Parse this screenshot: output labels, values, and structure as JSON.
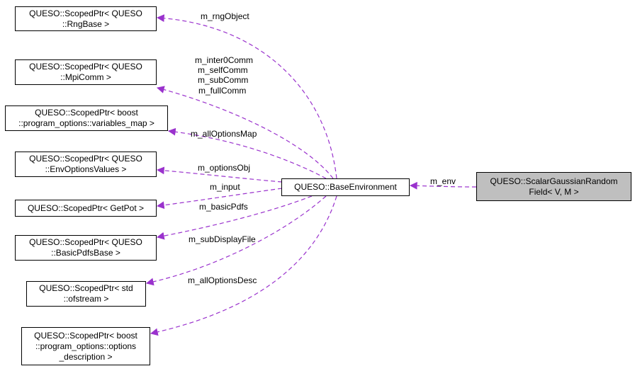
{
  "edge_color": "#9a32cd",
  "nodes": {
    "rng": [
      "QUESO::ScopedPtr< QUESO",
      "::RngBase >"
    ],
    "mpi": [
      "QUESO::ScopedPtr< QUESO",
      "::MpiComm >"
    ],
    "varmap": [
      "QUESO::ScopedPtr< boost",
      "::program_options::variables_map >"
    ],
    "envopts": [
      "QUESO::ScopedPtr< QUESO",
      "::EnvOptionsValues >"
    ],
    "getpot": [
      "QUESO::ScopedPtr< GetPot >"
    ],
    "pdfs": [
      "QUESO::ScopedPtr< QUESO",
      "::BasicPdfsBase >"
    ],
    "ofstream": [
      "QUESO::ScopedPtr< std",
      "::ofstream >"
    ],
    "optdesc": [
      "QUESO::ScopedPtr< boost",
      "::program_options::options",
      "_description >"
    ],
    "baseenv": [
      "QUESO::BaseEnvironment"
    ],
    "field": [
      "QUESO::ScalarGaussianRandom",
      "Field< V, M >"
    ]
  },
  "edge_labels": {
    "rng": "m_rngObject",
    "comm": [
      "m_inter0Comm",
      "m_selfComm",
      "m_subComm",
      "m_fullComm"
    ],
    "varmap": "m_allOptionsMap",
    "envopts": "m_optionsObj",
    "getpot": "m_input",
    "pdfs": "m_basicPdfs",
    "ofstream": "m_subDisplayFile",
    "optdesc": "m_allOptionsDesc",
    "env": "m_env"
  }
}
